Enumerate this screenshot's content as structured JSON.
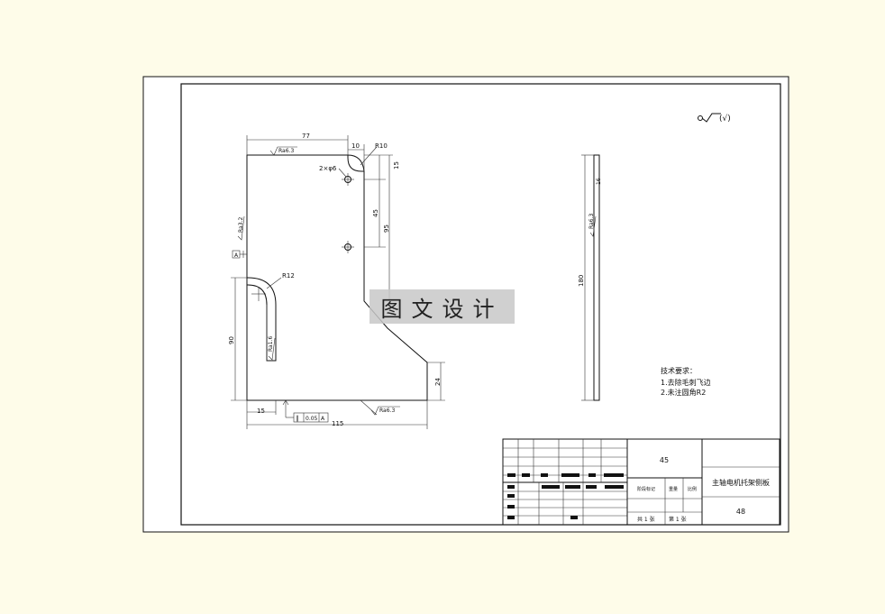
{
  "roughness": {
    "symbol": "(√)"
  },
  "front_view": {
    "dim_width_top": "77",
    "dim_notch_width": "10",
    "dim_corner_radius": "R10",
    "dim_hole_callout": "2×φ6",
    "dim_hole_top": "15",
    "dim_hole_spacing": "45",
    "dim_hole_depth": "95",
    "dim_fillet_radius": "R12",
    "dim_left_height": "90",
    "dim_bottom_offset": "15",
    "dim_overall_width": "115",
    "dim_right_height": "24",
    "rough_top": "Ra6.3",
    "rough_left": "Ra3.2",
    "rough_left_slot": "Ra1.6",
    "rough_bottom": "Ra6.3",
    "datum_left": "A",
    "tolerance_symbol": "∥",
    "tolerance_value": "0.05",
    "tolerance_datum": "A"
  },
  "side_view": {
    "dim_height": "180",
    "dim_thickness": "16",
    "rough": "Ra6.3"
  },
  "notes": {
    "title": "技术要求：",
    "items": [
      "1.去除毛刺飞边",
      "2.未注圆角R2"
    ]
  },
  "title_block": {
    "material": "45",
    "part_name": "主轴电机托架侧板",
    "stage_mark": "阶段标记",
    "weight": "重量",
    "scale": "比例",
    "total_sheets": "共 1 张",
    "sheet_no": "第 1 张",
    "drawing_no": "48"
  },
  "watermark": "图文设计"
}
